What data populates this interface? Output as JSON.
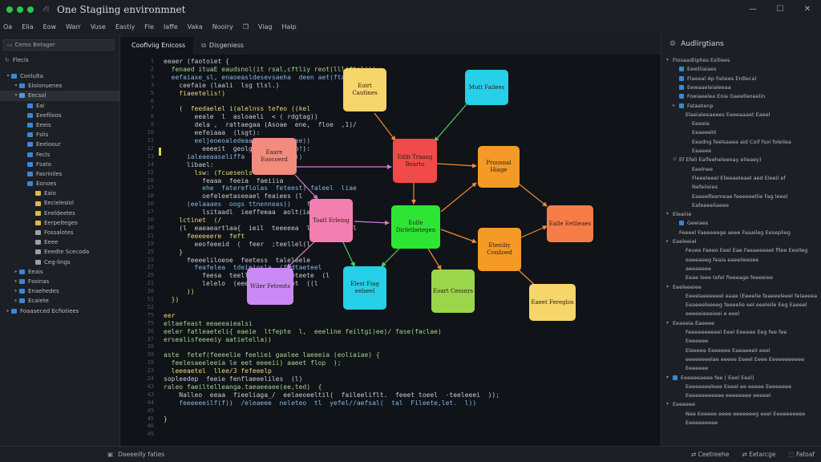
{
  "window": {
    "title": "One Stagiing environmnet",
    "traffic": [
      "#27c93f",
      "#27c93f",
      "#27c93f"
    ],
    "controls": [
      "—",
      "☐",
      "✕"
    ]
  },
  "menu": [
    "Oa",
    "Elia",
    "Eow",
    "Warr",
    "Vuse",
    "Eastiy",
    "Fle",
    "Iaffe",
    "Vaka",
    "Nooiry",
    "❐",
    "Viag",
    "Halp"
  ],
  "sidebar": {
    "search_label": "Cemo Betager",
    "section_label": "Flecis",
    "items": [
      {
        "label": "Conlulta",
        "indent": 0,
        "color": "#3b86d8",
        "twisty": "▾"
      },
      {
        "label": "Eloionuenes",
        "indent": 1,
        "color": "#3b86d8",
        "twisty": "▾"
      },
      {
        "label": "Eecsol",
        "indent": 1,
        "color": "#4f9ad8",
        "twisty": "▾",
        "selected": true
      },
      {
        "label": "Eai",
        "indent": 2,
        "color": "#3b86d8",
        "twisty": ""
      },
      {
        "label": "Eeefiloos",
        "indent": 2,
        "color": "#3b86d8",
        "twisty": ""
      },
      {
        "label": "Eeeis",
        "indent": 2,
        "color": "#3b86d8",
        "twisty": ""
      },
      {
        "label": "Fslis",
        "indent": 2,
        "color": "#3b86d8",
        "twisty": ""
      },
      {
        "label": "Eeeloour",
        "indent": 2,
        "color": "#3b86d8",
        "twisty": ""
      },
      {
        "label": "Fecls",
        "indent": 2,
        "color": "#3b86d8",
        "twisty": ""
      },
      {
        "label": "Fsato",
        "indent": 2,
        "color": "#3b86d8",
        "twisty": ""
      },
      {
        "label": "Fasriniles",
        "indent": 2,
        "color": "#3b86d8",
        "twisty": ""
      },
      {
        "label": "Eonoes",
        "indent": 2,
        "color": "#3b86d8",
        "twisty": ""
      },
      {
        "label": "Eaio",
        "indent": 3,
        "color": "#e2b64a",
        "twisty": ""
      },
      {
        "label": "Eecielesiol",
        "indent": 3,
        "color": "#e2b64a",
        "twisty": ""
      },
      {
        "label": "Eneldeetes",
        "indent": 3,
        "color": "#e2b64a",
        "twisty": ""
      },
      {
        "label": "Eerpelteges",
        "indent": 3,
        "color": "#e2b64a",
        "twisty": ""
      },
      {
        "label": "Fossalotes",
        "indent": 3,
        "color": "#9aa1aa",
        "twisty": ""
      },
      {
        "label": "Eeee",
        "indent": 3,
        "color": "#9aa1aa",
        "twisty": ""
      },
      {
        "label": "Eeedte Scecoda",
        "indent": 3,
        "color": "#9aa1aa",
        "twisty": ""
      },
      {
        "label": "Ceg-lings",
        "indent": 3,
        "color": "#9aa1aa",
        "twisty": ""
      },
      {
        "label": "Eeais",
        "indent": 1,
        "color": "#3b86d8",
        "twisty": "▸"
      },
      {
        "label": "Fsoinas",
        "indent": 1,
        "color": "#3b86d8",
        "twisty": "▸"
      },
      {
        "label": "Enaehedes",
        "indent": 1,
        "color": "#3b86d8",
        "twisty": "▸"
      },
      {
        "label": "Ecaiete",
        "indent": 1,
        "color": "#3b86d8",
        "twisty": "▸"
      },
      {
        "label": "Foaaseced Ecfiotiees",
        "indent": 0,
        "color": "#3b86d8",
        "twisty": "▸"
      }
    ]
  },
  "editor": {
    "tabs": [
      {
        "label": "Coofiviig Enicoss",
        "active": true,
        "icon": ""
      },
      {
        "label": "Disgeniess",
        "active": false,
        "icon": "⧉"
      }
    ],
    "line_numbers": [
      "1",
      "2",
      "3",
      "3",
      "5",
      "6",
      "7",
      "8",
      "9",
      "10",
      "11",
      "12",
      "13",
      "14",
      "15",
      "16",
      "17",
      "18",
      "10",
      "17",
      "10",
      "20",
      "11",
      "19",
      "25",
      "19",
      "27",
      "29",
      "21",
      "30",
      "51",
      "52",
      "75",
      "75",
      "36",
      "37",
      "39",
      "39",
      "19",
      "23",
      "24",
      "43",
      "43",
      "44",
      "45",
      "45",
      "46",
      "49"
    ],
    "code_lines": [
      {
        "c": "v",
        "t": "eeaer (faotoiet {"
      },
      {
        "c": "s",
        "t": "  fenaed ituaE eaudsnol(it rsal,cftliy reot(lll(ftalj))"
      },
      {
        "c": "f",
        "t": "  eefaiaxe_sl, enaoeasldesevsaeha  deen aet(ftadpn lsl);"
      },
      {
        "c": "v",
        "t": "    ceefaie (laali  lsg tlsl.)"
      },
      {
        "c": "k",
        "t": "    fiaeetelis!)"
      },
      {
        "c": "v",
        "t": "  "
      },
      {
        "c": "k",
        "t": "    (  feedaelel i(alelnss tefeo ((kel"
      },
      {
        "c": "v",
        "t": "        eeale  l  asloaeli  < ( rdgtag))"
      },
      {
        "c": "v",
        "t": "        dela ,  rattaegaa (Asoae  ene,  floe  ,1)/"
      },
      {
        "c": "v",
        "t": "        eefeiaaa  (lsgt):"
      },
      {
        "c": "f",
        "t": "        eeljeoeoaledeaalhal  (tialee))"
      },
      {
        "c": "v",
        "t": "          eeeeit  geolgla (tteselio!):"
      },
      {
        "c": "f",
        "t": "      ialeaeaaseliffa  sele  ((ttl))"
      },
      {
        "c": "v",
        "t": "      libael:"
      },
      {
        "c": "k",
        "t": "        lsw: (fcuesenls"
      },
      {
        "c": "v",
        "t": "          feaaa  feeia  faeiiia  "
      },
      {
        "c": "f",
        "t": "          ehe  fatereflolas  feteest) faleel  liae"
      },
      {
        "c": "v",
        "t": "          oefeleetaseeael feaiees (l"
      },
      {
        "c": "f",
        "t": "      (eelaaaes  oogs ttnenneas))    fedef(tlll);"
      },
      {
        "c": "v",
        "t": "          lsitaadl  ieeffeeaa  aolt(iaet"
      },
      {
        "c": "k",
        "t": "    lctinet  (/"
      },
      {
        "c": "v",
        "t": "    (l  eaeaeartlaa{  ieil  teeeeea  liallles i  l"
      },
      {
        "c": "k",
        "t": "      feeeeeere  feft"
      },
      {
        "c": "v",
        "t": "        eeofeeeid  (  feer  ;teellel(l"
      },
      {
        "c": "k",
        "t": "    }"
      },
      {
        "c": "v",
        "t": "      feeeeliloeoe  feetess  taleleele"
      },
      {
        "c": "f",
        "t": "        feafelea  tdeieiosla  (fedtaeteel"
      },
      {
        "c": "v",
        "t": "          feesa  teell  eetlea  feteete  (l"
      },
      {
        "c": "v",
        "t": "          lelelo  (eeea  tsflleelot  ((l"
      },
      {
        "c": "k",
        "t": "      ))"
      },
      {
        "c": "k",
        "t": "  })"
      },
      {
        "c": "v",
        "t": ""
      },
      {
        "c": "k",
        "t": "eer"
      },
      {
        "c": "s",
        "t": "eltaefeast eeaeeaiealsi"
      },
      {
        "c": "s",
        "t": "eeler fatleaeteli{ eaeie  ltfepte  l,  eeeline feiltgi)ee)/ fase(faclae)"
      },
      {
        "c": "s",
        "t": "ersealisfeeeeiy aatietella))"
      },
      {
        "c": "v",
        "t": ""
      },
      {
        "c": "s",
        "t": "aste  fetef(feeeelie feeliei gaalee laeeeia (eoliaiae) {"
      },
      {
        "c": "s",
        "t": "  feelesaeeleeia le eet eeeeii) aaeet flop  );"
      },
      {
        "c": "k",
        "t": "  leeeaetel  llee/3 fefeeelp"
      },
      {
        "c": "v",
        "t": "sopleedep  feeie fenflaeeeliles  (l)"
      },
      {
        "c": "s",
        "t": "raleo faeiltelleanga.taeaeeaee(ee,ted)  {"
      },
      {
        "c": "v",
        "t": "    Nalleo  eeaa  fieeliaga_/  eelaeoeeltil(  faileeliflt.  feeet toeel  -teeleeei  ));"
      },
      {
        "c": "f",
        "t": "    feeeeeeilf(f))  /eleaeee  neleteo  tl  yefel//aefsal(  tal  Fileete,let.  l))"
      },
      {
        "c": "v",
        "t": ""
      },
      {
        "c": "k",
        "t": "}"
      }
    ]
  },
  "diagram": {
    "nodes": [
      {
        "id": "n1",
        "label": "Eoirt Cautines",
        "color": "#f6d56a"
      },
      {
        "id": "n2",
        "label": "Mutt Failees",
        "color": "#26d0e8"
      },
      {
        "id": "n3",
        "label": "Eaare Eoocoerd",
        "color": "#f28c7e"
      },
      {
        "id": "n4",
        "label": "Edili Traang Bearto",
        "color": "#f04a4a"
      },
      {
        "id": "n5",
        "label": "Prousnal Hiage",
        "color": "#f59a27"
      },
      {
        "id": "n6",
        "label": "Toatl Erleing",
        "color": "#f27fb0"
      },
      {
        "id": "n7",
        "label": "Eolfe Dirfetbetegen",
        "color": "#2de634"
      },
      {
        "id": "n8",
        "label": "Ealle Eetlieaes",
        "color": "#f77d48"
      },
      {
        "id": "n9",
        "label": "Eteniliy Conlioed",
        "color": "#f59a27"
      },
      {
        "id": "n10",
        "label": "Wiler Fetrests",
        "color": "#c98af5"
      },
      {
        "id": "n11",
        "label": "Elest Fiag eelseel",
        "color": "#26d0e8"
      },
      {
        "id": "n12",
        "label": "Eoart Cessnrs",
        "color": "#9bd64a"
      },
      {
        "id": "n13",
        "label": "Eaeet Fereglos",
        "color": "#f6d56a"
      }
    ]
  },
  "rpanel": {
    "title": "Audlirgtians",
    "items": [
      {
        "label": "Flosaadtiphes Eslliees",
        "twisty": "▾",
        "color": "",
        "indent": 0
      },
      {
        "label": "Eeeiliiaiaes",
        "twisty": "",
        "color": "#3b86d8",
        "indent": 1
      },
      {
        "label": "Flaeeal Ap  Faliees Erdlecal",
        "twisty": "",
        "color": "#3b86d8",
        "indent": 1
      },
      {
        "label": "Eewaaeleialeeaa",
        "twisty": "",
        "color": "#3b86d8",
        "indent": 1
      },
      {
        "label": "Foeiaeelea Eoia Gaeelleoaelin",
        "twisty": "",
        "color": "#3b86d8",
        "indent": 1
      },
      {
        "label": "Fataetenp",
        "twisty": "▸",
        "color": "#3b86d8",
        "indent": 1
      },
      {
        "label": "Elaeialeeaeees  Eeeeaaaet Eaeel",
        "twisty": "",
        "color": "",
        "indent": 2
      },
      {
        "label": "Eeeeia",
        "twisty": "",
        "color": "",
        "indent": 3
      },
      {
        "label": "Eeaeeeld",
        "twisty": "",
        "color": "",
        "indent": 3
      },
      {
        "label": "Eeadng feelsaaea aid Coif fsoi foleilea",
        "twisty": "",
        "color": "",
        "indent": 3
      },
      {
        "label": "Eaaeee",
        "twisty": "",
        "color": "",
        "indent": 3
      },
      {
        "label": "Ef  Efeli  Ealfeeheleeoay elieaey)",
        "twisty": "⊙",
        "color": "",
        "indent": 1
      },
      {
        "label": "Eeelnee",
        "twisty": "",
        "color": "",
        "indent": 3
      },
      {
        "label": "Fleeeleeel  Elieeaeleael  aed  Eleeil  ef",
        "twisty": "",
        "color": "",
        "indent": 3
      },
      {
        "label": "Nefeiieies",
        "twisty": "",
        "color": "",
        "indent": 3
      },
      {
        "label": "Eaeeelfeemeae  feeeeeellie Fag leeel",
        "twisty": "",
        "color": "",
        "indent": 3
      },
      {
        "label": "Eafeeeeliaeee",
        "twisty": "",
        "color": "",
        "indent": 3
      },
      {
        "label": "Eleaiiie",
        "twisty": "▾",
        "color": "",
        "indent": 0
      },
      {
        "label": "Geeiaes",
        "twisty": "",
        "color": "#3b86d8",
        "indent": 1
      },
      {
        "label": "Feeeel Faeeeeege aeee Faaaileg Eeseplieg",
        "twisty": "",
        "color": "",
        "indent": 1
      },
      {
        "label": "Eaeleeiel",
        "twisty": "▸",
        "color": "",
        "indent": 0
      },
      {
        "label": "Feuee Faeeo Eeel Eae Faeaeeeaet fllee Eeolleg",
        "twisty": "",
        "color": "",
        "indent": 2
      },
      {
        "label": "eaeeaeeg feaia  eaeeileesee",
        "twisty": "",
        "color": "",
        "indent": 2
      },
      {
        "label": "aeeaeeee",
        "twisty": "",
        "color": "",
        "indent": 2
      },
      {
        "label": "Eeae leee  tefel  fieeeage feeeeiee",
        "twisty": "",
        "color": "",
        "indent": 2
      },
      {
        "label": "Eeeleeeiee",
        "twisty": "▾",
        "color": "",
        "indent": 0
      },
      {
        "label": "Eeeelaeeeeeel eaae (Eeeelie feaeeeleeel felaeeea",
        "twisty": "",
        "color": "",
        "indent": 2
      },
      {
        "label": "Eeaeeeleeeeg  feeeelie eel  eeeleile  Eeg  Eaeeel",
        "twisty": "",
        "color": "",
        "indent": 2
      },
      {
        "label": "eeeeeieeeieei  e  eeel",
        "twisty": "",
        "color": "",
        "indent": 2
      },
      {
        "label": "Eeaeeia Eaeeee",
        "twisty": "▾",
        "color": "",
        "indent": 0
      },
      {
        "label": "Feeeeeeeeeel  Eeel  Eeeeee  Eeg  fee  fee",
        "twisty": "",
        "color": "",
        "indent": 2
      },
      {
        "label": "Eeeeeee",
        "twisty": "",
        "color": "",
        "indent": 2
      },
      {
        "label": "Eleeeee  Eeeeeee  Eaeaeeeii  eeel",
        "twisty": "",
        "color": "",
        "indent": 2
      },
      {
        "label": "eeeeeeeelae  eeeee  Eeeel  Eeee  Eeeeeeeeeee",
        "twisty": "",
        "color": "",
        "indent": 2
      },
      {
        "label": "Eeeeeee",
        "twisty": "",
        "color": "",
        "indent": 2
      },
      {
        "label": "Eeeeeeaeee  fee  ( Eeel  Eeel)",
        "twisty": "▾",
        "color": "#3b86d8",
        "indent": 0
      },
      {
        "label": "Eeeeeeeeleee  Eeeel  ee  eeeee  Eeeeeeee",
        "twisty": "",
        "color": "",
        "indent": 2
      },
      {
        "label": "Eeeeeeeeeeee  eeeeeeee  eeeeel",
        "twisty": "",
        "color": "",
        "indent": 2
      },
      {
        "label": "Eeeeeee",
        "twisty": "▾",
        "color": "",
        "indent": 0
      },
      {
        "label": "Nee  Eeeeee  eeee  eeeeeeeg  eeel  Eeeeeeeeee",
        "twisty": "",
        "color": "",
        "indent": 2
      },
      {
        "label": "Eeeeeeeeee",
        "twisty": "",
        "color": "",
        "indent": 2
      }
    ]
  },
  "status": {
    "left": "Daeeeilly faties",
    "right": [
      "Ceetreehe",
      "Eetarcge",
      "Fatoaf"
    ]
  }
}
